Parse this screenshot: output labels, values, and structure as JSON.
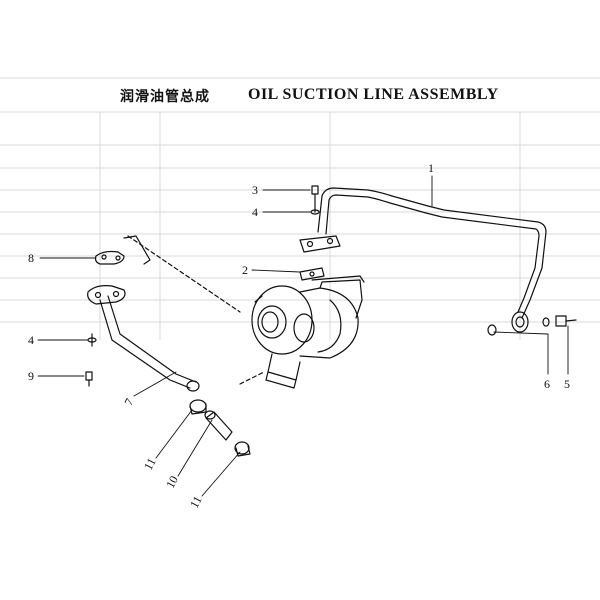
{
  "title": {
    "chinese": "润滑油管总成",
    "english": "OIL SUCTION LINE ASSEMBLY"
  },
  "callouts": [
    {
      "id": "p1",
      "label": "1"
    },
    {
      "id": "p2",
      "label": "2"
    },
    {
      "id": "p3",
      "label": "3"
    },
    {
      "id": "p4a",
      "label": "4"
    },
    {
      "id": "p4b",
      "label": "4"
    },
    {
      "id": "p5",
      "label": "5"
    },
    {
      "id": "p6",
      "label": "6"
    },
    {
      "id": "p7",
      "label": "7"
    },
    {
      "id": "p8",
      "label": "8"
    },
    {
      "id": "p9",
      "label": "9"
    },
    {
      "id": "p10",
      "label": "10"
    },
    {
      "id": "p11a",
      "label": "11"
    },
    {
      "id": "p11b",
      "label": "11"
    }
  ],
  "colors": {
    "ink": "#111111",
    "faint": "#c8c8c8",
    "paper": "#ffffff"
  }
}
